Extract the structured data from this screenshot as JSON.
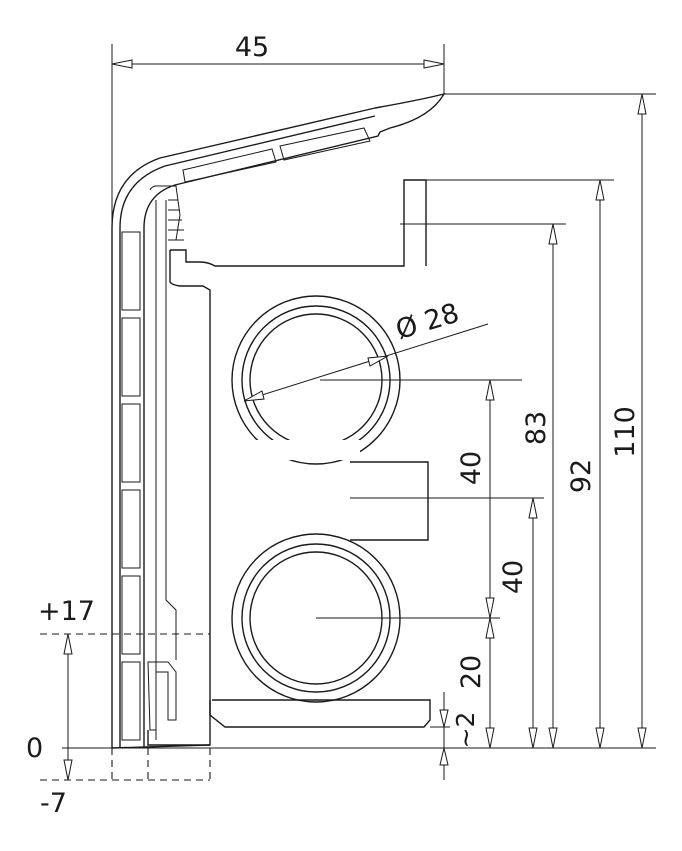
{
  "dimensions": {
    "overall_width": "45",
    "height_total": "110",
    "height_upper_tab": "92",
    "height_upper_pipe": "83",
    "pipe_spacing_upper": "40",
    "pipe_spacing_lower": "40",
    "lower_pipe_height": "20",
    "bottom_offset": "~2",
    "pipe_diameter": "Ø 28",
    "level_plus": "+17",
    "level_zero": "0",
    "level_minus": "-7"
  }
}
